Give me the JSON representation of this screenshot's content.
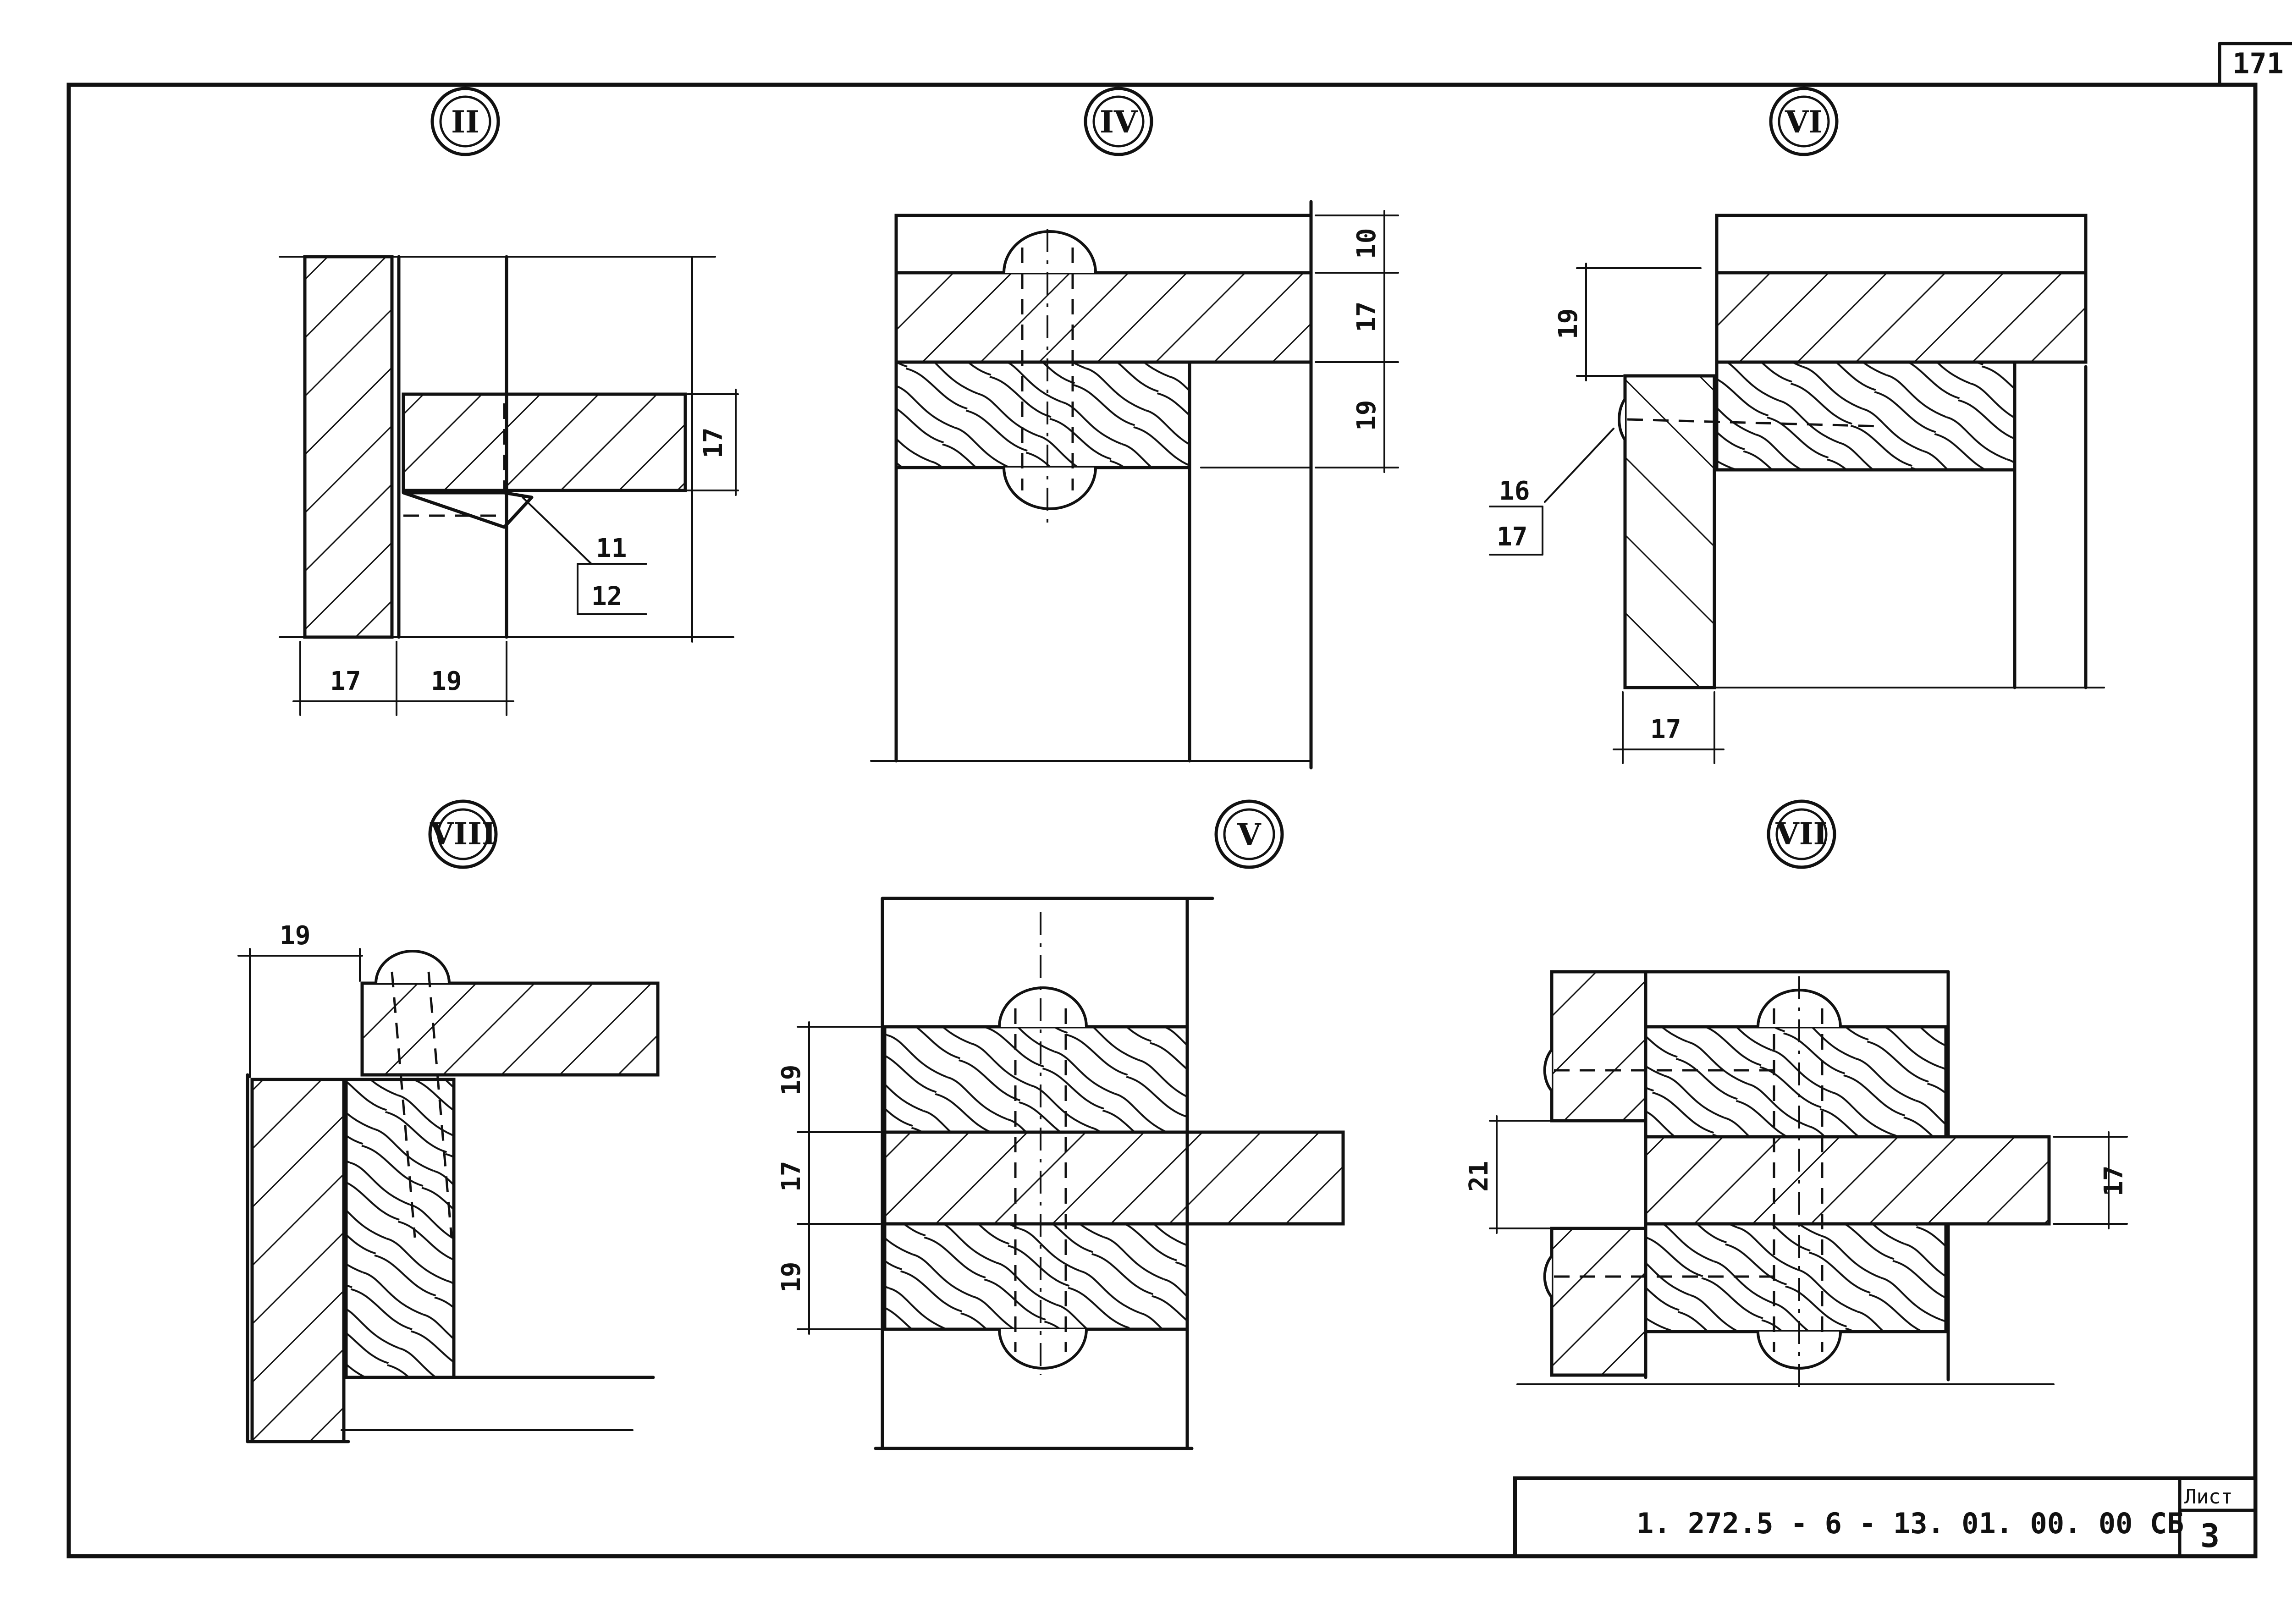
{
  "sheet": {
    "page_number": "171",
    "code": "1. 272.5 - 6 - 13. 01. 00. 00 СБ",
    "sheet_label": "Лист",
    "sheet_number": "3"
  },
  "details": [
    {
      "id": "II",
      "roman": "II",
      "dims": [
        "17",
        "17",
        "19"
      ],
      "callout": {
        "top": "11",
        "bottom": "12"
      }
    },
    {
      "id": "IV",
      "roman": "IV",
      "dims": [
        "10",
        "17",
        "19"
      ]
    },
    {
      "id": "VI",
      "roman": "VI",
      "dims": [
        "19",
        "17"
      ],
      "callout": {
        "top": "16",
        "bottom": "17"
      }
    },
    {
      "id": "VIII",
      "roman": "VIII",
      "dims": [
        "19"
      ]
    },
    {
      "id": "V",
      "roman": "V",
      "dims": [
        "19",
        "17",
        "19"
      ]
    },
    {
      "id": "VII",
      "roman": "VII",
      "dims": [
        "21",
        "17"
      ]
    }
  ],
  "colors": {
    "ink": "#111111",
    "paper": "#ffffff"
  }
}
